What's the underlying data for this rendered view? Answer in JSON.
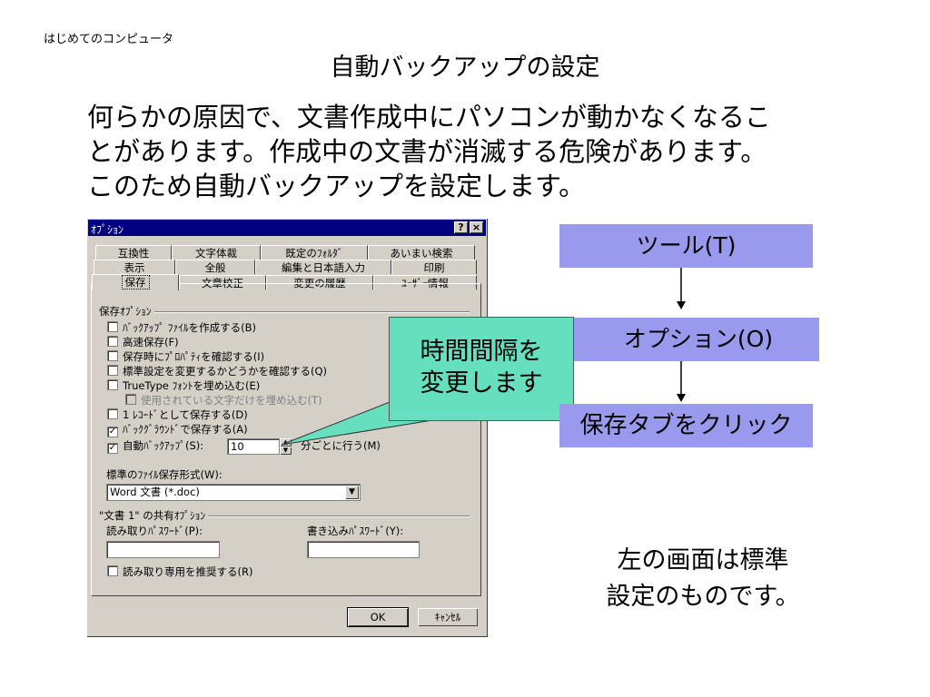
{
  "slide": {
    "header": "はじめてのコンピュータ",
    "title": "自動バックアップの設定",
    "body_lines": [
      "何らかの原因で、文書作成中にパソコンが動かなくなるこ",
      "とがあります。作成中の文書が消滅する危険があります。",
      "このため自動バックアップを設定します。"
    ],
    "note_lines": [
      "左の画面は標準",
      "設定のものです。"
    ]
  },
  "dialog": {
    "title": "ｵﾌﾟｼｮﾝ",
    "help_button": "?",
    "close_button": "×",
    "tab_rows": [
      [
        "互換性",
        "文字体裁",
        "既定のﾌｫﾙﾀﾞ",
        "あいまい検索"
      ],
      [
        "表示",
        "全般",
        "編集と日本語入力",
        "印刷"
      ],
      [
        "保存",
        "文章校正",
        "変更の履歴",
        "ﾕｰｻﾞｰ情報"
      ]
    ],
    "save_options_label": "保存ｵﾌﾟｼｮﾝ",
    "options": [
      {
        "label": "ﾊﾞｯｸｱｯﾌﾟ ﾌｧｲﾙを作成する(B)",
        "checked": false,
        "enabled": true
      },
      {
        "label": "高速保存(F)",
        "checked": false,
        "enabled": true
      },
      {
        "label": "保存時にﾌﾟﾛﾊﾟﾃｨを確認する(I)",
        "checked": false,
        "enabled": true
      },
      {
        "label": "標準設定を変更するかどうかを確認する(Q)",
        "checked": false,
        "enabled": true
      },
      {
        "label": "TrueType ﾌｫﾝﾄを埋め込む(E)",
        "checked": false,
        "enabled": true
      },
      {
        "label": "使用されている文字だけを埋め込む(T)",
        "checked": false,
        "enabled": false
      },
      {
        "label": "1 ﾚｺｰﾄﾞとして保存する(D)",
        "checked": false,
        "enabled": true
      },
      {
        "label": "ﾊﾞｯｸｸﾞﾗｳﾝﾄﾞで保存する(A)",
        "checked": true,
        "enabled": true
      }
    ],
    "autosave": {
      "label": "自動ﾊﾞｯｸｱｯﾌﾟ(S):",
      "checked": true,
      "value": "10",
      "suffix": "分ごとに行う(M)"
    },
    "format_label": "標準のﾌｧｲﾙ保存形式(W):",
    "format_value": "Word 文書 (*.doc)",
    "share_options_label": "\"文書 1\" の共有ｵﾌﾟｼｮﾝ",
    "read_password_label": "読み取りﾊﾟｽﾜｰﾄﾞ(P):",
    "write_password_label": "書き込みﾊﾟｽﾜｰﾄﾞ(Y):",
    "read_password_value": "",
    "write_password_value": "",
    "readonly_label": "読み取り専用を推奨する(R)",
    "ok_button": "OK",
    "cancel_button": "ｷｬﾝｾﾙ"
  },
  "callout": {
    "lines": [
      "時間間隔を",
      "変更します"
    ]
  },
  "flow": {
    "steps": [
      "ツール(T)",
      "オプション(O)",
      "保存タブをクリック"
    ]
  },
  "colors": {
    "flow_box": "#9999ee",
    "callout": "#66dfbf",
    "titlebar": "#000080"
  }
}
